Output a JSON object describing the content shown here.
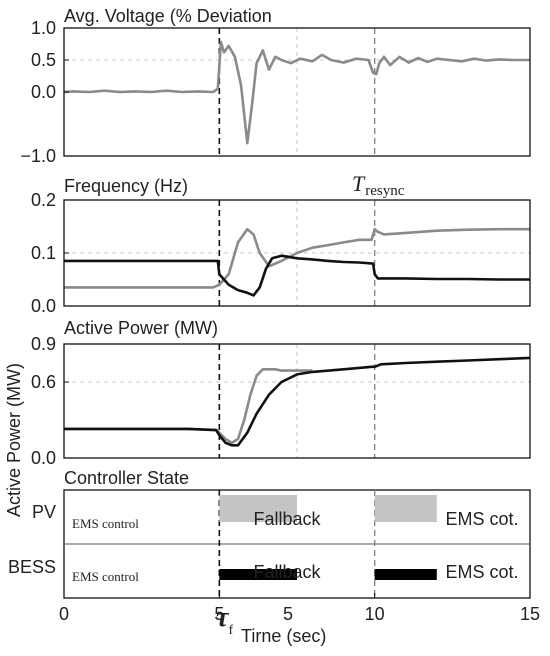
{
  "colors": {
    "gray_series": "#8a8a8a",
    "black_series": "#111111",
    "pv_block": "#c4c4c4",
    "bess_block": "#000000"
  },
  "chart_data": {
    "type": "line",
    "x_range": [
      0,
      15
    ],
    "x_tick_labels": [
      "0",
      "5",
      "5",
      "10",
      "15"
    ],
    "x_tick_label_values": [
      0,
      5,
      7.5,
      10,
      15
    ],
    "x_label": "Tirne (sec)",
    "tau_label": "τ",
    "tau_sub": "f",
    "y_label": "Active Power (MW)",
    "annotation_main": "T",
    "annotation_sub": "resync",
    "event_times": [
      5,
      10
    ],
    "panels": [
      {
        "title": "Avg. Voltage (% Deviation",
        "ylim": [
          -1.0,
          1.0
        ],
        "yticks": [
          -1.0,
          0.0,
          0.5,
          1.0
        ],
        "ytick_labels": [
          "−1.0",
          "0.0",
          "0.5",
          "1.0"
        ],
        "grid_y": [
          0.5
        ],
        "grid_x": [
          7.5,
          15
        ],
        "series": [
          {
            "color": "gray",
            "x": [
              0,
              0.3,
              0.8,
              1.3,
              1.8,
              2.3,
              2.8,
              3.3,
              3.8,
              4.3,
              4.8,
              4.95,
              5.05,
              5.15,
              5.3,
              5.5,
              5.7,
              5.9,
              6.05,
              6.2,
              6.4,
              6.6,
              6.8,
              7.0,
              7.3,
              7.6,
              8.0,
              8.3,
              8.6,
              9.0,
              9.4,
              9.8,
              9.95,
              10.05,
              10.15,
              10.3,
              10.5,
              10.8,
              11.1,
              11.4,
              11.7,
              12.0,
              12.4,
              12.8,
              13.2,
              13.6,
              14.0,
              14.4,
              14.8,
              15.0
            ],
            "y": [
              0.0,
              0.01,
              0.0,
              0.02,
              0.0,
              0.01,
              0.0,
              0.02,
              0.0,
              0.01,
              0.0,
              0.05,
              0.78,
              0.62,
              0.72,
              0.55,
              0.1,
              -0.8,
              -0.2,
              0.45,
              0.65,
              0.35,
              0.55,
              0.5,
              0.45,
              0.52,
              0.48,
              0.58,
              0.5,
              0.46,
              0.52,
              0.5,
              0.3,
              0.28,
              0.45,
              0.55,
              0.42,
              0.55,
              0.46,
              0.53,
              0.47,
              0.52,
              0.5,
              0.48,
              0.52,
              0.49,
              0.51,
              0.5,
              0.5,
              0.5
            ]
          }
        ]
      },
      {
        "title": "Frequency (Hz)",
        "ylim": [
          0.0,
          0.2
        ],
        "yticks": [
          0.0,
          0.1,
          0.2
        ],
        "ytick_labels": [
          "0.0",
          "0.1",
          "0.2"
        ],
        "grid_y": [
          0.1
        ],
        "grid_x": [
          7.5,
          15
        ],
        "series": [
          {
            "color": "gray",
            "x": [
              0,
              1,
              2,
              3,
              4,
              4.8,
              5.0,
              5.3,
              5.6,
              5.9,
              6.1,
              6.3,
              6.6,
              7.0,
              7.5,
              8.0,
              8.5,
              9.0,
              9.5,
              9.9,
              10.0,
              10.1,
              10.3,
              11,
              12,
              13,
              14,
              15
            ],
            "y": [
              0.035,
              0.035,
              0.035,
              0.035,
              0.035,
              0.035,
              0.04,
              0.06,
              0.12,
              0.145,
              0.135,
              0.1,
              0.075,
              0.085,
              0.1,
              0.11,
              0.115,
              0.12,
              0.125,
              0.125,
              0.145,
              0.14,
              0.135,
              0.138,
              0.142,
              0.144,
              0.145,
              0.145
            ]
          },
          {
            "color": "black",
            "x": [
              0,
              1,
              2,
              3,
              4,
              4.95,
              5.0,
              5.3,
              5.6,
              5.9,
              6.1,
              6.3,
              6.5,
              6.7,
              7.0,
              7.5,
              8,
              8.5,
              9,
              9.5,
              9.95,
              10.0,
              10.1,
              11,
              12,
              13,
              14,
              15
            ],
            "y": [
              0.085,
              0.085,
              0.085,
              0.085,
              0.085,
              0.085,
              0.06,
              0.04,
              0.03,
              0.025,
              0.02,
              0.035,
              0.07,
              0.09,
              0.095,
              0.09,
              0.088,
              0.085,
              0.083,
              0.082,
              0.08,
              0.06,
              0.052,
              0.052,
              0.051,
              0.051,
              0.05,
              0.05
            ]
          }
        ]
      },
      {
        "title": "Active Power (MW)",
        "ylim": [
          0.0,
          0.9
        ],
        "yticks": [
          0.0,
          0.6,
          0.9
        ],
        "ytick_labels": [
          "0.0",
          "0.6",
          "0.9"
        ],
        "grid_y": [
          0.6
        ],
        "grid_x": [
          7.5,
          15
        ],
        "series": [
          {
            "color": "gray",
            "x": [
              0,
              1,
              2,
              3,
              4,
              4.9,
              5.0,
              5.2,
              5.4,
              5.6,
              5.8,
              6.0,
              6.2,
              6.4,
              6.6,
              6.8,
              7.0,
              7.2,
              7.5,
              8
            ],
            "y": [
              0.23,
              0.23,
              0.23,
              0.23,
              0.23,
              0.22,
              0.2,
              0.15,
              0.12,
              0.15,
              0.3,
              0.5,
              0.65,
              0.7,
              0.7,
              0.7,
              0.69,
              0.69,
              0.69,
              0.69
            ]
          },
          {
            "color": "black",
            "x": [
              0,
              1,
              2,
              3,
              4,
              4.9,
              5.0,
              5.2,
              5.4,
              5.6,
              5.9,
              6.2,
              6.6,
              7.0,
              7.5,
              8,
              9,
              9.9,
              10.0,
              10.2,
              11,
              12,
              13,
              14,
              15
            ],
            "y": [
              0.23,
              0.23,
              0.23,
              0.23,
              0.23,
              0.22,
              0.18,
              0.12,
              0.1,
              0.1,
              0.2,
              0.35,
              0.5,
              0.6,
              0.66,
              0.68,
              0.7,
              0.72,
              0.72,
              0.74,
              0.75,
              0.76,
              0.77,
              0.78,
              0.79
            ]
          }
        ]
      }
    ],
    "controller": {
      "title": "Controller State",
      "rows": [
        {
          "name": "PV",
          "left_text": "EMS control",
          "mid_text": "Fallback",
          "right_text": "EMS cot.",
          "block_color": "pv_block",
          "blocks": [
            [
              5.0,
              7.5
            ],
            [
              10.0,
              12.0
            ]
          ]
        },
        {
          "name": "BESS",
          "left_text": "EMS control",
          "mid_text": "Fallback",
          "right_text": "EMS cot.",
          "block_color": "bess_block",
          "blocks": [
            [
              5.0,
              7.5
            ],
            [
              10.0,
              12.0
            ]
          ]
        }
      ]
    }
  }
}
